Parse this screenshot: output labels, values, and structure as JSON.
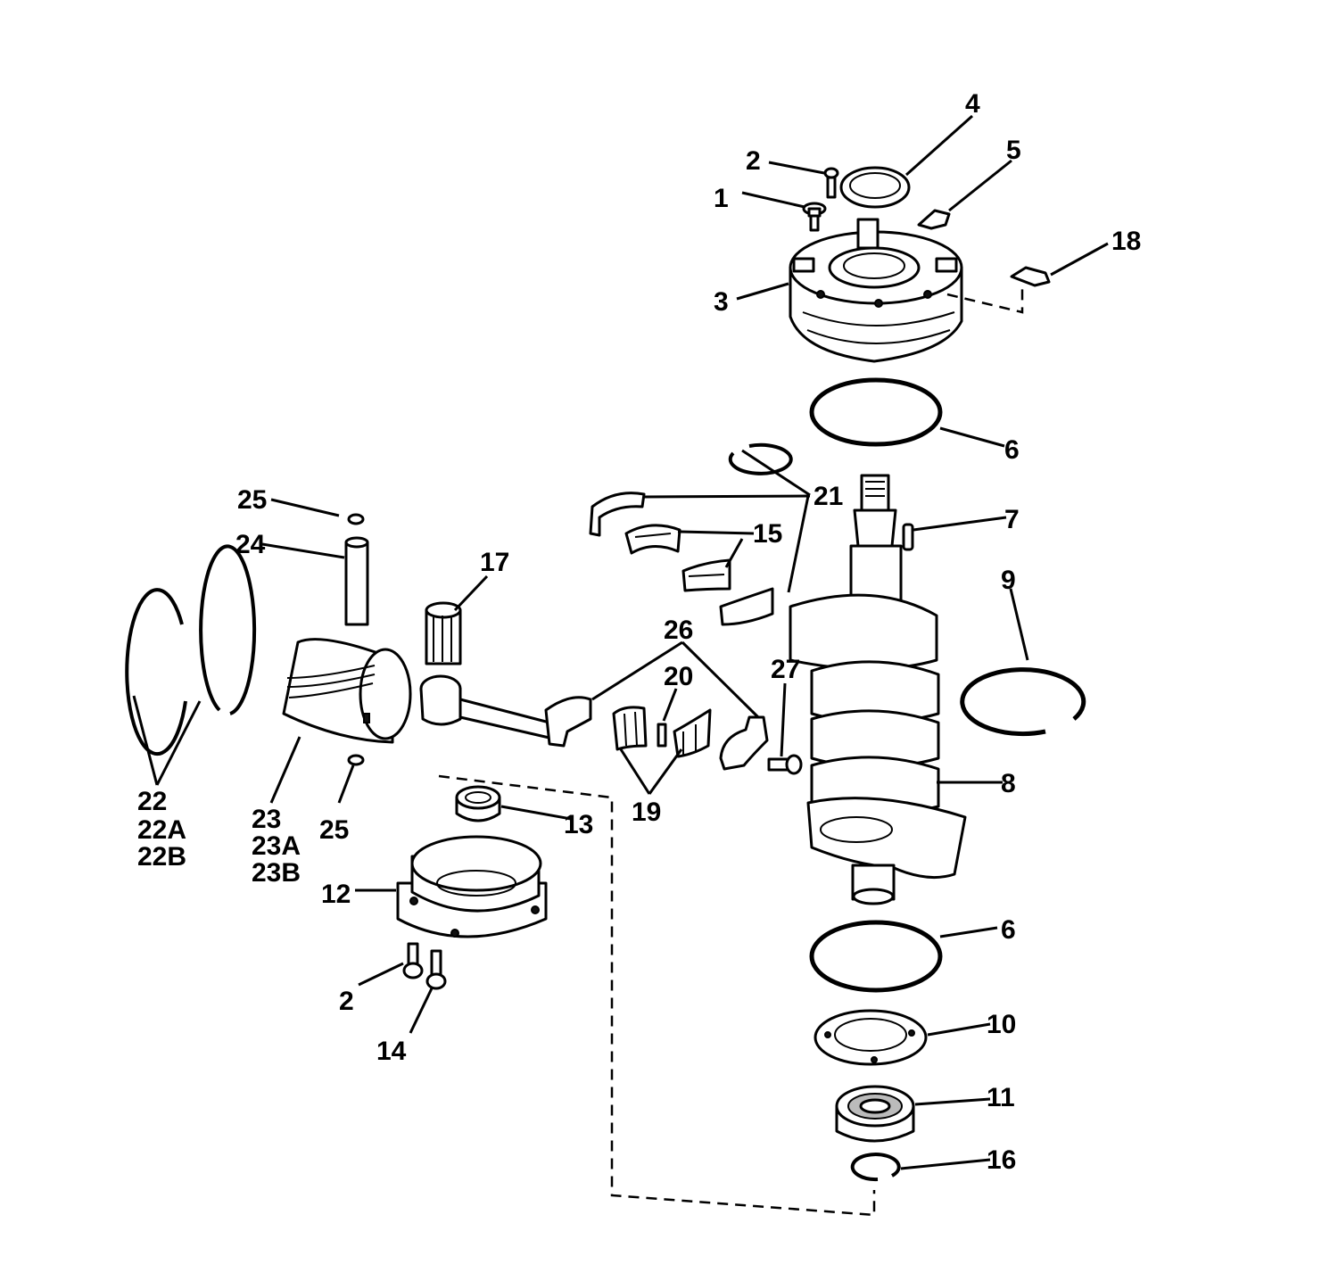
{
  "diagram": {
    "colors": {
      "ink": "#000000",
      "background": "#ffffff"
    },
    "callouts": {
      "c1": "1",
      "c2_top": "2",
      "c2_bottom": "2",
      "c3": "3",
      "c4": "4",
      "c5": "5",
      "c6_top": "6",
      "c6_bottom": "6",
      "c7": "7",
      "c8": "8",
      "c9": "9",
      "c10": "10",
      "c11": "11",
      "c12": "12",
      "c13": "13",
      "c14": "14",
      "c15": "15",
      "c16": "16",
      "c17": "17",
      "c18": "18",
      "c19": "19",
      "c20": "20",
      "c21": "21",
      "c22": "22",
      "c22a": "22A",
      "c22b": "22B",
      "c23": "23",
      "c23a": "23A",
      "c23b": "23B",
      "c24": "24",
      "c25_top": "25",
      "c25_bottom": "25",
      "c26": "26",
      "c27": "27"
    }
  }
}
